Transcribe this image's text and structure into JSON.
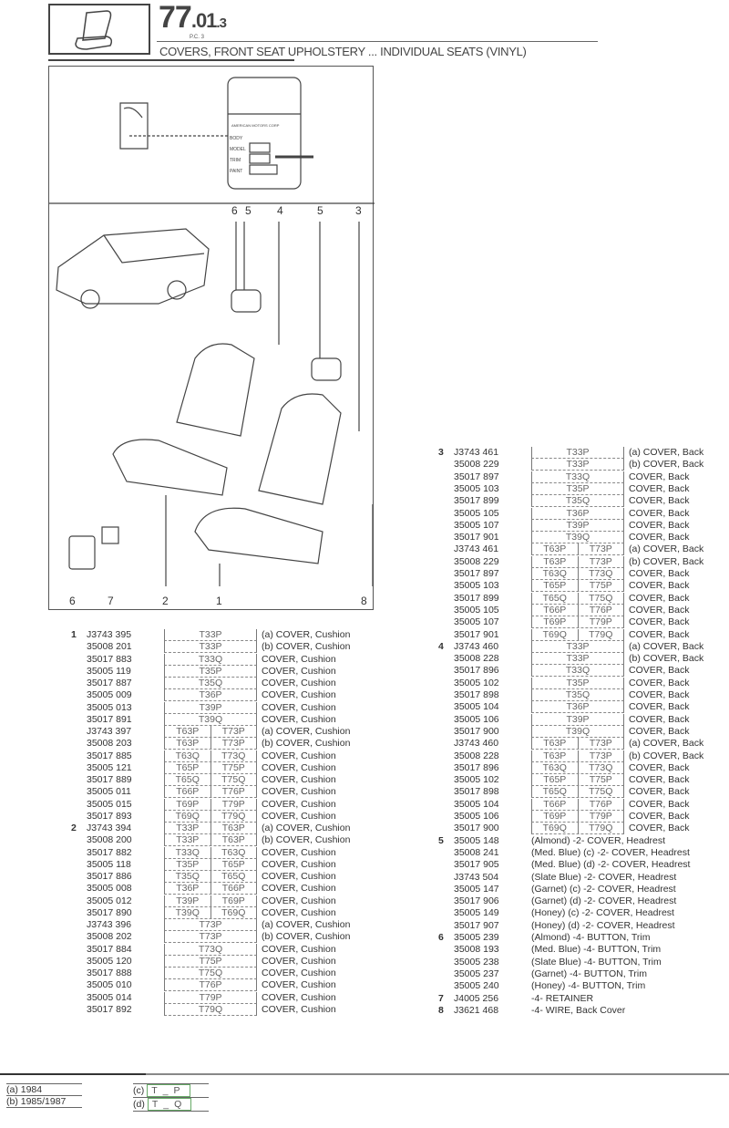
{
  "header": {
    "section_main": "77",
    "section_sub": ".01",
    "section_suffix": ".3",
    "pc": "P.C. 3",
    "subtitle": "COVERS, FRONT SEAT UPHOLSTERY ... INDIVIDUAL SEATS (VINYL)"
  },
  "plate": {
    "heading": "AMERICAN MOTORS CORP",
    "labels": [
      "BODY",
      "MODEL",
      "TRIM",
      "PAINT"
    ]
  },
  "callouts": {
    "top": [
      "6",
      "5",
      "4",
      "5",
      "3"
    ],
    "bottom": [
      "6",
      "7",
      "2",
      "1",
      "8"
    ]
  },
  "left_table": [
    {
      "item": "1",
      "part": "J3743 395",
      "codes": [
        "T33P"
      ],
      "desc": "(a)  COVER, Cushion"
    },
    {
      "part": "35008 201",
      "codes": [
        "T33P"
      ],
      "desc": "(b)  COVER, Cushion"
    },
    {
      "part": "35017 883",
      "codes": [
        "T33Q"
      ],
      "desc": "COVER, Cushion"
    },
    {
      "part": "35005 119",
      "codes": [
        "T35P"
      ],
      "desc": "COVER, Cushion"
    },
    {
      "part": "35017 887",
      "codes": [
        "T35Q"
      ],
      "desc": "COVER, Cushion"
    },
    {
      "part": "35005 009",
      "codes": [
        "T36P"
      ],
      "desc": "COVER, Cushion"
    },
    {
      "part": "35005 013",
      "codes": [
        "T39P"
      ],
      "desc": "COVER, Cushion"
    },
    {
      "part": "35017 891",
      "codes": [
        "T39Q"
      ],
      "desc": "COVER, Cushion"
    },
    {
      "part": "J3743 397",
      "codes": [
        "T63P",
        "T73P"
      ],
      "desc": "(a)  COVER, Cushion"
    },
    {
      "part": "35008 203",
      "codes": [
        "T63P",
        "T73P"
      ],
      "desc": "(b)  COVER, Cushion"
    },
    {
      "part": "35017 885",
      "codes": [
        "T63Q",
        "T73Q"
      ],
      "desc": "COVER, Cushion"
    },
    {
      "part": "35005 121",
      "codes": [
        "T65P",
        "T75P"
      ],
      "desc": "COVER, Cushion"
    },
    {
      "part": "35017 889",
      "codes": [
        "T65Q",
        "T75Q"
      ],
      "desc": "COVER, Cushion"
    },
    {
      "part": "35005 011",
      "codes": [
        "T66P",
        "T76P"
      ],
      "desc": "COVER, Cushion"
    },
    {
      "part": "35005 015",
      "codes": [
        "T69P",
        "T79P"
      ],
      "desc": "COVER, Cushion"
    },
    {
      "part": "35017 893",
      "codes": [
        "T69Q",
        "T79Q"
      ],
      "desc": "COVER, Cushion"
    },
    {
      "item": "2",
      "part": "J3743 394",
      "codes": [
        "T33P",
        "T63P"
      ],
      "desc": "(a)  COVER, Cushion"
    },
    {
      "part": "35008 200",
      "codes": [
        "T33P",
        "T63P"
      ],
      "desc": "(b)  COVER, Cushion"
    },
    {
      "part": "35017 882",
      "codes": [
        "T33Q",
        "T63Q"
      ],
      "desc": "COVER, Cushion"
    },
    {
      "part": "35005 118",
      "codes": [
        "T35P",
        "T65P"
      ],
      "desc": "COVER, Cushion"
    },
    {
      "part": "35017 886",
      "codes": [
        "T35Q",
        "T65Q"
      ],
      "desc": "COVER, Cushion"
    },
    {
      "part": "35005 008",
      "codes": [
        "T36P",
        "T66P"
      ],
      "desc": "COVER, Cushion"
    },
    {
      "part": "35005 012",
      "codes": [
        "T39P",
        "T69P"
      ],
      "desc": "COVER, Cushion"
    },
    {
      "part": "35017 890",
      "codes": [
        "T39Q",
        "T69Q"
      ],
      "desc": "COVER, Cushion"
    },
    {
      "part": "J3743 396",
      "codes": [
        "T73P"
      ],
      "desc": "(a)  COVER, Cushion"
    },
    {
      "part": "35008 202",
      "codes": [
        "T73P"
      ],
      "desc": "(b)  COVER, Cushion"
    },
    {
      "part": "35017 884",
      "codes": [
        "T73Q"
      ],
      "desc": "COVER, Cushion"
    },
    {
      "part": "35005 120",
      "codes": [
        "T75P"
      ],
      "desc": "COVER, Cushion"
    },
    {
      "part": "35017 888",
      "codes": [
        "T75Q"
      ],
      "desc": "COVER, Cushion"
    },
    {
      "part": "35005 010",
      "codes": [
        "T76P"
      ],
      "desc": "COVER, Cushion"
    },
    {
      "part": "35005 014",
      "codes": [
        "T79P"
      ],
      "desc": "COVER, Cushion"
    },
    {
      "part": "35017 892",
      "codes": [
        "T79Q"
      ],
      "desc": "COVER, Cushion"
    }
  ],
  "right_table": [
    {
      "item": "3",
      "part": "J3743 461",
      "codes": [
        "T33P"
      ],
      "desc": "(a)  COVER, Back"
    },
    {
      "part": "35008 229",
      "codes": [
        "T33P"
      ],
      "desc": "(b)  COVER, Back"
    },
    {
      "part": "35017 897",
      "codes": [
        "T33Q"
      ],
      "desc": "COVER, Back"
    },
    {
      "part": "35005 103",
      "codes": [
        "T35P"
      ],
      "desc": "COVER, Back"
    },
    {
      "part": "35017 899",
      "codes": [
        "T35Q"
      ],
      "desc": "COVER, Back"
    },
    {
      "part": "35005 105",
      "codes": [
        "T36P"
      ],
      "desc": "COVER, Back"
    },
    {
      "part": "35005 107",
      "codes": [
        "T39P"
      ],
      "desc": "COVER, Back"
    },
    {
      "part": "35017 901",
      "codes": [
        "T39Q"
      ],
      "desc": "COVER, Back"
    },
    {
      "part": "J3743 461",
      "codes": [
        "T63P",
        "T73P"
      ],
      "desc": "(a)  COVER, Back"
    },
    {
      "part": "35008 229",
      "codes": [
        "T63P",
        "T73P"
      ],
      "desc": "(b)  COVER, Back"
    },
    {
      "part": "35017 897",
      "codes": [
        "T63Q",
        "T73Q"
      ],
      "desc": "COVER, Back"
    },
    {
      "part": "35005 103",
      "codes": [
        "T65P",
        "T75P"
      ],
      "desc": "COVER, Back"
    },
    {
      "part": "35017 899",
      "codes": [
        "T65Q",
        "T75Q"
      ],
      "desc": "COVER, Back"
    },
    {
      "part": "35005 105",
      "codes": [
        "T66P",
        "T76P"
      ],
      "desc": "COVER, Back"
    },
    {
      "part": "35005 107",
      "codes": [
        "T69P",
        "T79P"
      ],
      "desc": "COVER, Back"
    },
    {
      "part": "35017 901",
      "codes": [
        "T69Q",
        "T79Q"
      ],
      "desc": "COVER, Back"
    },
    {
      "item": "4",
      "part": "J3743 460",
      "codes": [
        "T33P"
      ],
      "desc": "(a)  COVER, Back"
    },
    {
      "part": "35008 228",
      "codes": [
        "T33P"
      ],
      "desc": "(b)  COVER, Back"
    },
    {
      "part": "35017 896",
      "codes": [
        "T33Q"
      ],
      "desc": "COVER, Back"
    },
    {
      "part": "35005 102",
      "codes": [
        "T35P"
      ],
      "desc": "COVER, Back"
    },
    {
      "part": "35017 898",
      "codes": [
        "T35Q"
      ],
      "desc": "COVER, Back"
    },
    {
      "part": "35005 104",
      "codes": [
        "T36P"
      ],
      "desc": "COVER, Back"
    },
    {
      "part": "35005 106",
      "codes": [
        "T39P"
      ],
      "desc": "COVER, Back"
    },
    {
      "part": "35017 900",
      "codes": [
        "T39Q"
      ],
      "desc": "COVER, Back"
    },
    {
      "part": "J3743 460",
      "codes": [
        "T63P",
        "T73P"
      ],
      "desc": "(a)  COVER, Back"
    },
    {
      "part": "35008 228",
      "codes": [
        "T63P",
        "T73P"
      ],
      "desc": "(b)  COVER, Back"
    },
    {
      "part": "35017 896",
      "codes": [
        "T63Q",
        "T73Q"
      ],
      "desc": "COVER, Back"
    },
    {
      "part": "35005 102",
      "codes": [
        "T65P",
        "T75P"
      ],
      "desc": "COVER, Back"
    },
    {
      "part": "35017 898",
      "codes": [
        "T65Q",
        "T75Q"
      ],
      "desc": "COVER, Back"
    },
    {
      "part": "35005 104",
      "codes": [
        "T66P",
        "T76P"
      ],
      "desc": "COVER, Back"
    },
    {
      "part": "35005 106",
      "codes": [
        "T69P",
        "T79P"
      ],
      "desc": "COVER, Back"
    },
    {
      "part": "35017 900",
      "codes": [
        "T69Q",
        "T79Q"
      ],
      "desc": "COVER, Back"
    },
    {
      "item": "5",
      "part": "35005 148",
      "wide": "(Almond)  -2- COVER, Headrest"
    },
    {
      "part": "35008 241",
      "wide": "(Med. Blue) (c)  -2- COVER, Headrest"
    },
    {
      "part": "35017 905",
      "wide": "(Med. Blue) (d)  -2- COVER, Headrest"
    },
    {
      "part": "J3743 504",
      "wide": "(Slate Blue)  -2- COVER, Headrest"
    },
    {
      "part": "35005 147",
      "wide": "(Garnet) (c)  -2- COVER, Headrest"
    },
    {
      "part": "35017 906",
      "wide": "(Garnet) (d)  -2- COVER, Headrest"
    },
    {
      "part": "35005 149",
      "wide": "(Honey) (c)  -2- COVER, Headrest"
    },
    {
      "part": "35017 907",
      "wide": "(Honey) (d)  -2- COVER, Headrest"
    },
    {
      "item": "6",
      "part": "35005 239",
      "wide": "(Almond)  -4- BUTTON, Trim"
    },
    {
      "part": "35008 193",
      "wide": "(Med. Blue)  -4- BUTTON, Trim"
    },
    {
      "part": "35005 238",
      "wide": "(Slate Blue)  -4- BUTTON, Trim"
    },
    {
      "part": "35005 237",
      "wide": "(Garnet)  -4- BUTTON, Trim"
    },
    {
      "part": "35005 240",
      "wide": "(Honey)  -4- BUTTON, Trim"
    },
    {
      "item": "7",
      "part": "J4005 256",
      "wide": "    -4- RETAINER"
    },
    {
      "item": "8",
      "part": "J3621 468",
      "wide": "    -4- WIRE, Back Cover"
    }
  ],
  "footnotes": {
    "a": "(a) 1984",
    "b": "(b) 1985/1987",
    "c_label": "(c)",
    "c_code": "T_P",
    "d_label": "(d)",
    "d_code": "T_Q"
  }
}
